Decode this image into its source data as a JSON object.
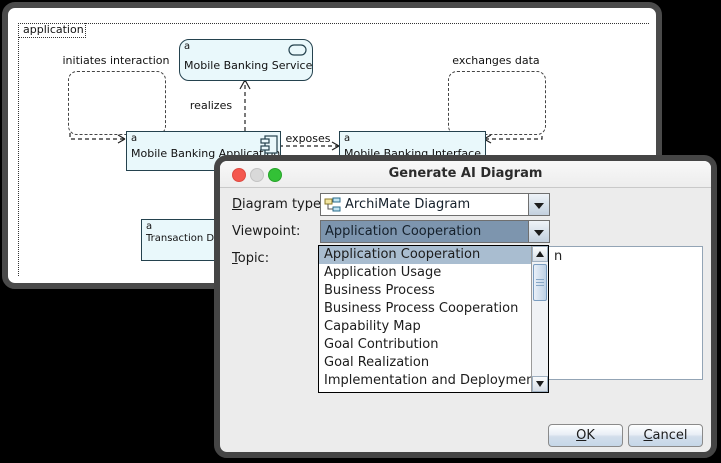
{
  "diagram": {
    "boundary_label": "application",
    "notes": {
      "left": "initiates interaction",
      "right": "exchanges data"
    },
    "connectors": {
      "realizes": "realizes",
      "exposes": "exposes"
    },
    "elements": {
      "service": {
        "badge": "a",
        "label": "Mobile Banking Service"
      },
      "application": {
        "badge": "a",
        "label": "Mobile Banking Application"
      },
      "interface": {
        "badge": "a",
        "label": "Mobile Banking Interface"
      },
      "transaction": {
        "badge": "a",
        "label": "Transaction Data"
      }
    }
  },
  "dialog": {
    "title": "Generate AI Diagram",
    "diagram_type": {
      "label": "Diagram type:",
      "value": "ArchiMate Diagram"
    },
    "viewpoint": {
      "label": "Viewpoint:",
      "value": "Application Cooperation"
    },
    "topic": {
      "label": "Topic:",
      "textarea_fragment": "n"
    },
    "options": [
      "Application Cooperation",
      "Application Usage",
      "Business Process",
      "Business Process Cooperation",
      "Capability Map",
      "Goal Contribution",
      "Goal Realization",
      "Implementation and Deployment"
    ],
    "ok": "OK",
    "cancel": "Cancel"
  },
  "colors": {
    "element_fill": "#e9f8fb",
    "element_stroke": "#24424e",
    "viewpoint_combo_selected_bg": "#7d95ae",
    "list_selected_bg": "#a9bdd0",
    "traffic_red": "#f4574e",
    "traffic_gray": "#d9d9d9",
    "traffic_green": "#33c136"
  }
}
